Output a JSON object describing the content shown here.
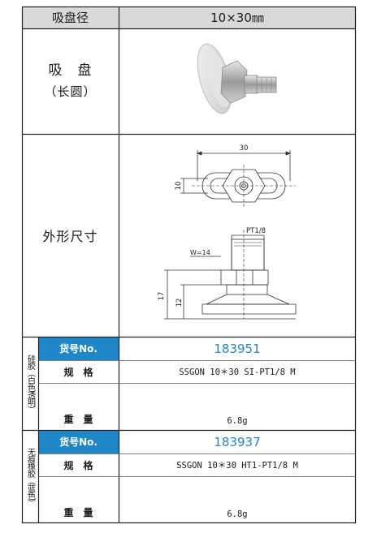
{
  "header": {
    "left": "吸盘径",
    "right": "10×30㎜"
  },
  "photo_row": {
    "label_line1": "吸　盘",
    "label_line2": "（长圆）"
  },
  "dimension_row": {
    "label": "外形尺寸",
    "dims": {
      "width": "30",
      "height": "10",
      "thread": "PT1/8",
      "hex": "W=14",
      "h_total": "17",
      "h_body": "12"
    }
  },
  "silicone": {
    "side_label": "硅胶（白色透明）",
    "tag": "货号No.",
    "part_no": "183951",
    "spec_label": "规　格",
    "spec_value": "SSGON 10＊30 SI-PT1/8 M",
    "weight_label": "重　量",
    "weight_value": "6.8g"
  },
  "traceless": {
    "side_label": "无痕橡胶（蓝色）",
    "tag": "货号No.",
    "part_no": "183937",
    "spec_label": "规　格",
    "spec_value": "SSGON 10＊30 HT1-PT1/8 M",
    "weight_label": "重　量",
    "weight_value": "6.8g"
  }
}
